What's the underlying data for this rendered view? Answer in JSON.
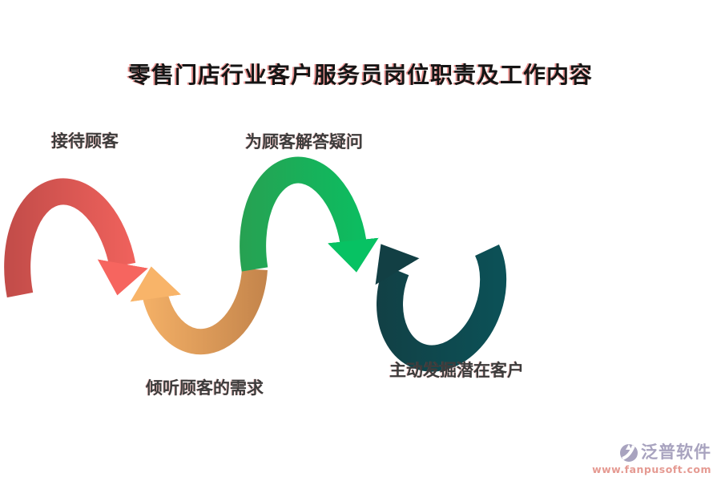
{
  "title": {
    "text": "零售门店行业客户服务员岗位职责及工作内容"
  },
  "steps": [
    {
      "label": "接待顾客"
    },
    {
      "label": "倾听顾客的需求"
    },
    {
      "label": "为顾客解答疑问"
    },
    {
      "label": "主动发掘潜在客户"
    }
  ],
  "watermark": {
    "brand": "泛普软件",
    "url": "www.fanpusoft.com"
  },
  "colors": {
    "red_dark": "#c24c49",
    "red_bright": "#f6655f",
    "orange_bright": "#f8b469",
    "orange_dark": "#c08149",
    "green_dark": "#27a152",
    "green_bright": "#07c263",
    "teal_dark": "#123f44",
    "teal_light": "#0b5258",
    "title_text": "#151515",
    "label_text": "#3c3c3c",
    "brand_gray": "#a8a3bf",
    "url_red": "#e59a92"
  }
}
